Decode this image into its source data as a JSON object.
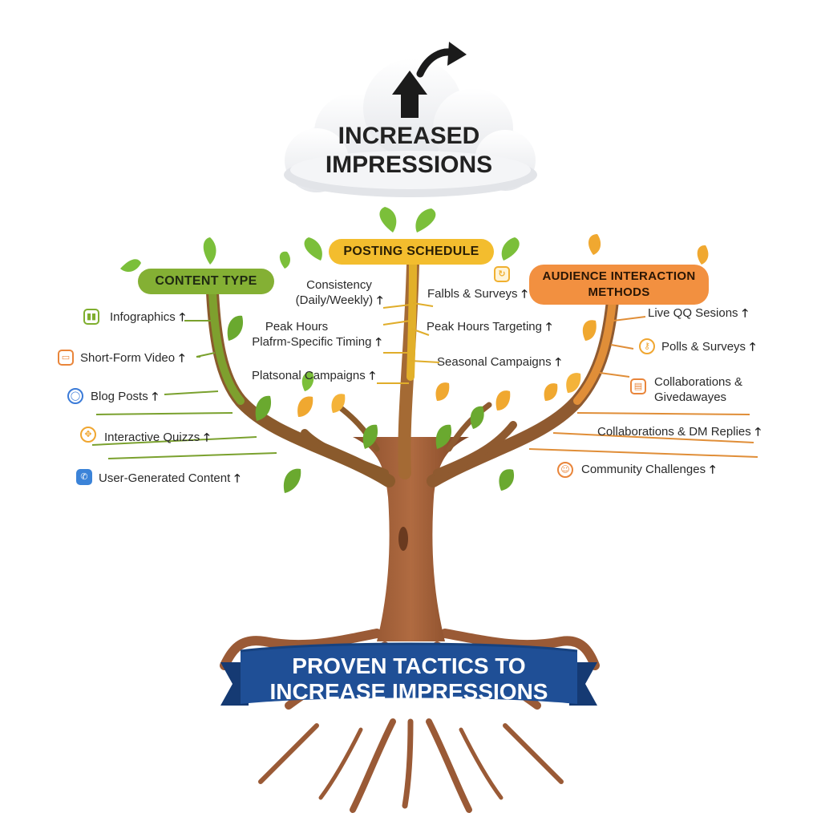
{
  "header": {
    "line1": "INCREASED",
    "line2": "IMPRESSIONS"
  },
  "banner": {
    "line1": "PROVEN TACTICS TO",
    "line2": "INCREASE IMPRESSIONS"
  },
  "arrow_glyph": "🡑",
  "colors": {
    "green": "#7cab2c",
    "yellow": "#f1b52a",
    "orange": "#f08a2e",
    "bark": "#9a5a36",
    "banner": "#1f4f96"
  },
  "categories": {
    "content_type": {
      "label": "CONTENT TYPE",
      "items": [
        {
          "text": "Infographics",
          "icon": "bar-chart-icon"
        },
        {
          "text": "Short-Form Video",
          "icon": "video-icon"
        },
        {
          "text": "Blog Posts",
          "icon": "blog-icon"
        },
        {
          "text": "Interactive Quizzs",
          "icon": "quiz-icon"
        },
        {
          "text": "User-Generated Content",
          "icon": "phone-icon"
        }
      ]
    },
    "posting_schedule": {
      "label": "POSTING SCHEDULE",
      "left_items": [
        {
          "line1": "Consistency",
          "line2": "(Daily/Weekly)"
        },
        {
          "line1": "Peak Hours",
          "line2": "Plafrm-Specific Timing"
        },
        {
          "line1": "Platsonal Campaigns"
        }
      ],
      "right_items": [
        {
          "text": "Falbls & Surveys",
          "icon": "refresh-icon"
        },
        {
          "text": "Peak Hours Targeting"
        },
        {
          "text": "Seasonal Campaigns"
        }
      ]
    },
    "audience_interaction": {
      "label_line1": "AUDIENCE INTERACTION",
      "label_line2": "METHODS",
      "items": [
        {
          "text": "Live QQ Sesions"
        },
        {
          "text": "Polls & Surveys",
          "icon": "key-icon"
        },
        {
          "line1": "Collaborations &",
          "line2": "Givedawayes",
          "icon": "collab-icon"
        },
        {
          "text": "Collaborations & DM Replies"
        },
        {
          "text": "Community Challenges",
          "icon": "community-icon"
        }
      ]
    }
  }
}
